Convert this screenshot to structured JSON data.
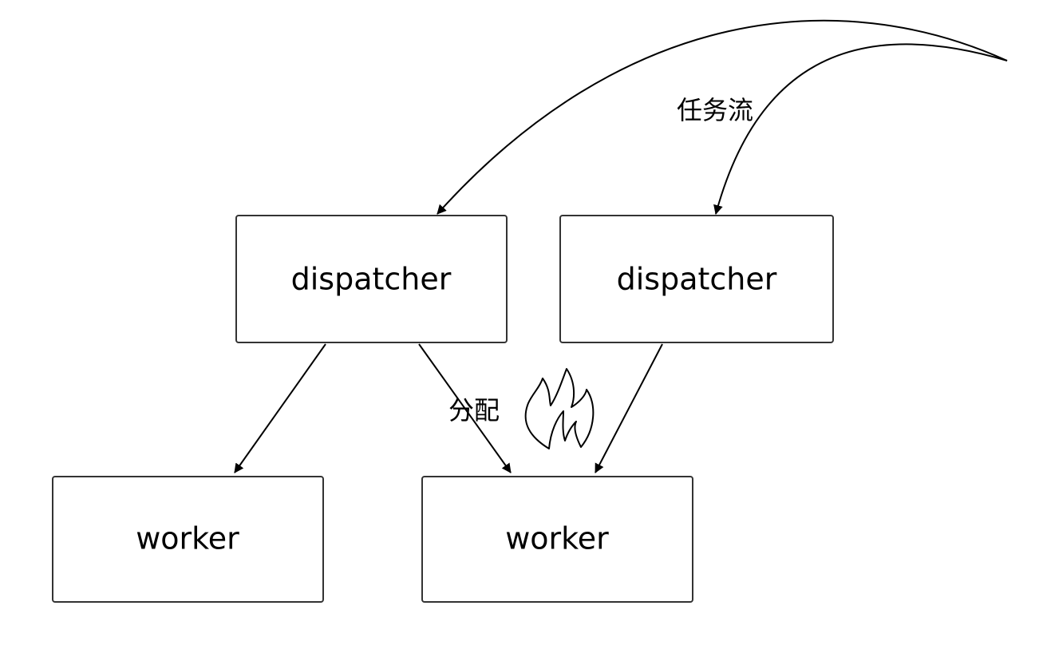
{
  "nodes": {
    "dispatcher_left": {
      "label": "dispatcher"
    },
    "dispatcher_right": {
      "label": "dispatcher"
    },
    "worker_left": {
      "label": "worker"
    },
    "worker_right": {
      "label": "worker"
    }
  },
  "edges": {
    "task_flow_label": "任务流",
    "assign_label": "分配"
  },
  "icons": {
    "fire": "fire-icon"
  },
  "colors": {
    "stroke": "#333333",
    "arrow": "#000000",
    "background": "#ffffff"
  }
}
